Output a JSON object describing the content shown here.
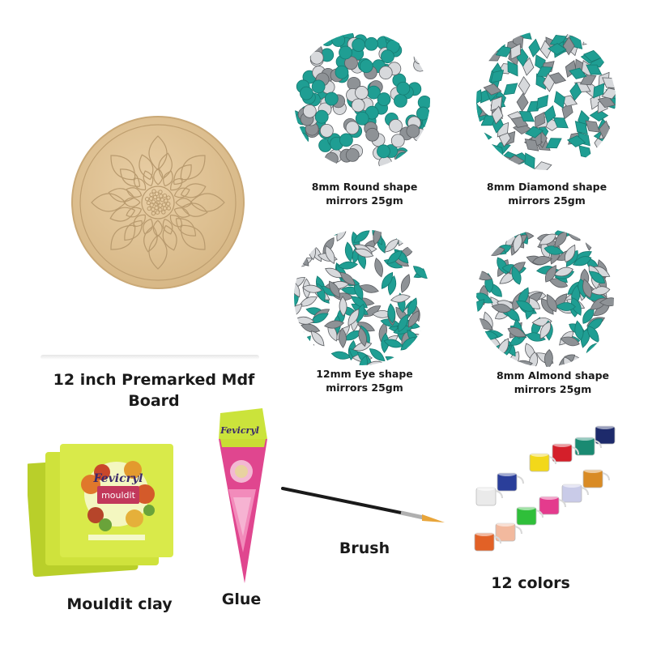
{
  "colors": {
    "board": "#e0c295",
    "board_lines": "#b89a6e",
    "teal": "#1f9e93",
    "mirror": "#b9bcc0",
    "clay_pack": "#cde23a",
    "glue_cone": "#e0468f",
    "brush_tip": "#e8a53a"
  },
  "items": {
    "board": {
      "label_line1": "12 inch Premarked Mdf",
      "label_line2": "Board"
    },
    "round": {
      "label_line1": "8mm Round shape",
      "label_line2": "mirrors 25gm"
    },
    "diamond": {
      "label_line1": "8mm Diamond shape",
      "label_line2": "mirrors 25gm"
    },
    "eye": {
      "label_line1": "12mm Eye shape",
      "label_line2": "mirrors 25gm"
    },
    "almond": {
      "label_line1": "8mm Almond shape",
      "label_line2": "mirrors 25gm"
    },
    "clay": {
      "label": "Mouldit clay",
      "brand": "Fevicryl",
      "product": "mouldit"
    },
    "glue": {
      "label": "Glue",
      "brand": "Fevicryl"
    },
    "brush": {
      "label": "Brush"
    },
    "paints": {
      "label": "12 colors"
    }
  }
}
